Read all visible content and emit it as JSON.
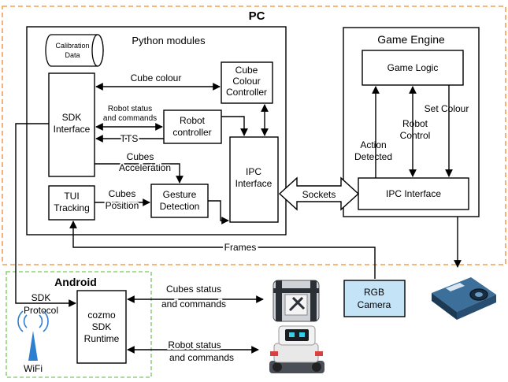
{
  "regions": {
    "pc_label": "PC",
    "android_label": "Android",
    "python_modules_label": "Python modules",
    "game_engine_label": "Game Engine"
  },
  "python_modules": {
    "calibration_line1": "Calibration",
    "calibration_line2": "Data",
    "sdk_interface_line1": "SDK",
    "sdk_interface_line2": "Interface",
    "cube_colour_controller_line1": "Cube",
    "cube_colour_controller_line2": "Colour",
    "cube_colour_controller_line3": "Controller",
    "robot_controller_line1": "Robot",
    "robot_controller_line2": "controller",
    "ipc_interface_line1": "IPC",
    "ipc_interface_line2": "Interface",
    "tui_tracking_line1": "TUI",
    "tui_tracking_line2": "Tracking",
    "gesture_detection_line1": "Gesture",
    "gesture_detection_line2": "Detection"
  },
  "game_engine": {
    "game_logic": "Game Logic",
    "ipc_interface": "IPC Interface",
    "action_detected_line1": "Action",
    "action_detected_line2": "Detected",
    "robot_control_line1": "Robot",
    "robot_control_line2": "Control",
    "set_colour": "Set Colour"
  },
  "connections": {
    "cube_colour": "Cube colour",
    "robot_status_line1": "Robot status",
    "robot_status_line2": "and commands",
    "tts": "TTS",
    "cubes_accel_line1": "Cubes",
    "cubes_accel_line2": "Acceleration",
    "cubes_position_line1": "Cubes",
    "cubes_position_line2": "Position",
    "sockets": "Sockets",
    "frames": "Frames",
    "sdk_protocol_line1": "SDK",
    "sdk_protocol_line2": "Protocol",
    "cubes_status_line1": "Cubes status",
    "cubes_status_line2": "and commands",
    "robot_status_cmd_line1": "Robot status",
    "robot_status_cmd_line2": "and commands"
  },
  "android": {
    "runtime_line1": "cozmo",
    "runtime_line2": "SDK",
    "runtime_line3": "Runtime",
    "wifi": "WiFi"
  },
  "devices": {
    "rgb_camera_line1": "RGB",
    "rgb_camera_line2": "Camera",
    "camera_fill": "#c5e3f6"
  },
  "colors": {
    "pc_border": "#f0a050",
    "android_border": "#8fd07a",
    "wifi_antenna": "#2f7fd0"
  }
}
